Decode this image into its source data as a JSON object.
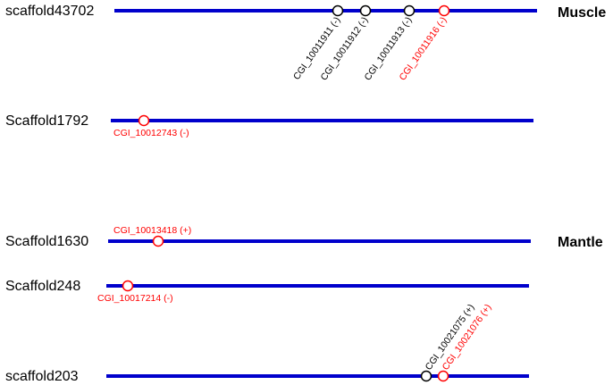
{
  "colors": {
    "scaffold_line": "#0000cc",
    "marker_black": "#000000",
    "marker_red": "#ff0000",
    "marker_fill": "#ffffff"
  },
  "tissues": [
    {
      "label": "Muscle"
    },
    {
      "label": "Mantle"
    }
  ],
  "scaffolds": [
    {
      "label": "scaffold43702",
      "genes": [
        {
          "id": "CGI_10011911",
          "strand": "(-)",
          "color": "black",
          "label_style": "rotated"
        },
        {
          "id": "CGI_10011912",
          "strand": "(-)",
          "color": "black",
          "label_style": "rotated"
        },
        {
          "id": "CGI_10011913",
          "strand": "(-)",
          "color": "black",
          "label_style": "rotated"
        },
        {
          "id": "CGI_10011916",
          "strand": "(-)",
          "color": "red",
          "label_style": "rotated"
        }
      ]
    },
    {
      "label": "Scaffold1792",
      "genes": [
        {
          "id": "CGI_10012743",
          "strand": "(-)",
          "color": "red",
          "label_style": "below"
        }
      ]
    },
    {
      "label": "Scaffold1630",
      "genes": [
        {
          "id": "CGI_10013418",
          "strand": "(+)",
          "color": "red",
          "label_style": "above"
        }
      ]
    },
    {
      "label": "Scaffold248",
      "genes": [
        {
          "id": "CGI_10017214",
          "strand": "(-)",
          "color": "red",
          "label_style": "below"
        }
      ]
    },
    {
      "label": "scaffold203",
      "genes": [
        {
          "id": "CGI_10021075",
          "strand": "(+)",
          "color": "black",
          "label_style": "rotated-up"
        },
        {
          "id": "CGI_10021076",
          "strand": "(+)",
          "color": "red",
          "label_style": "rotated-up"
        }
      ]
    }
  ]
}
